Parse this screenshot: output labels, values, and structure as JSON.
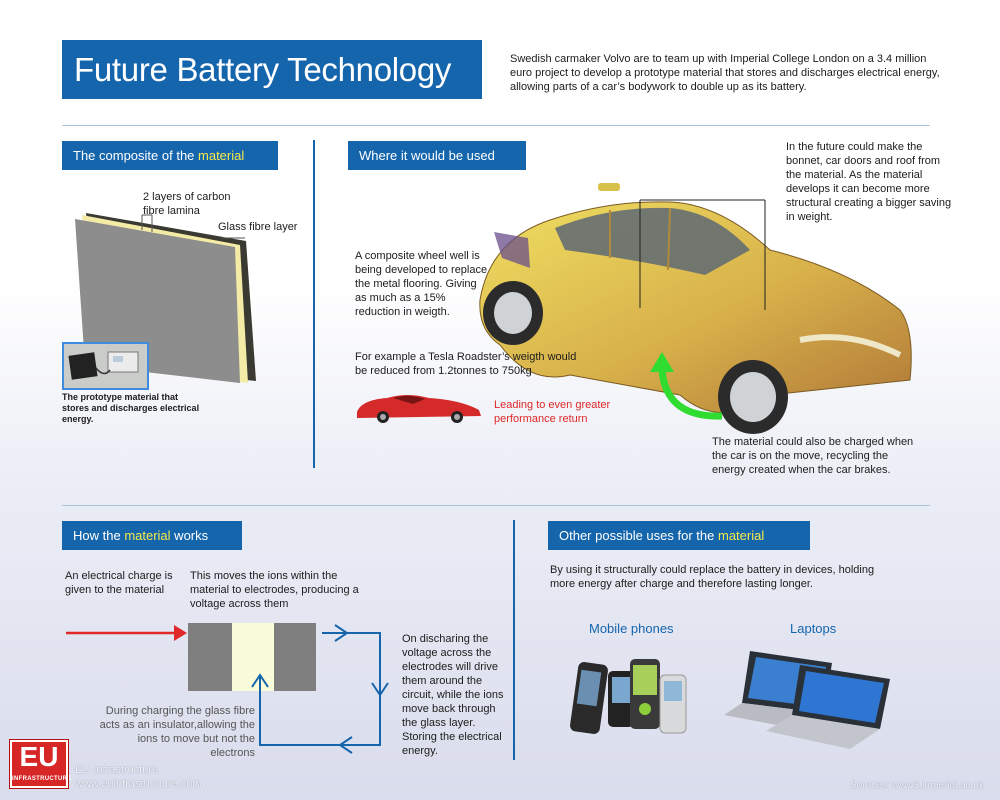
{
  "header": {
    "title": "Future Battery Technology",
    "intro": "Swedish carmaker Volvo are to team up with Imperial College London on a 3.4 million euro project to develop a prototype material that stores and discharges electrical energy, allowing parts of a car’s bodywork to double up as its battery."
  },
  "composite": {
    "title_pre": "The composite of the ",
    "title_hl": "material",
    "label_carbon": "2 layers of carbon fibre lamina",
    "label_glass": "Glass fibre layer",
    "prototype_caption": "The prototype material that stores and discharges electrical energy."
  },
  "where_used": {
    "title": "Where it would be used",
    "bonnet_note": "In the future could make the bonnet, car doors and roof from the material.  As the material develops it can become more structural creating a bigger saving in weight.",
    "wheel_note": "A composite wheel well is being developed to replace the metal flooring. Giving as much as a 15% reduction in weigth.",
    "tesla_note": "For example a Tesla Roadster’s weigth would be reduced from 1.2tonnes to 750kg",
    "performance_note": "Leading to even greater performance return",
    "charge_note": "The material could also be charged when the car is on the move, recycling the energy created when the car brakes."
  },
  "how_works": {
    "title_pre": "How the ",
    "title_hl": "material",
    "title_post": " works",
    "step1": "An electrical charge is given to the material",
    "step2": "This moves the ions within the material to electrodes, producing a voltage across them",
    "discharge": "On discharing the voltage across the electrodes will drive them around the circuit, while the ions move back through the glass layer.  Storing the electrical energy.",
    "insulator": "During charging the glass fibre acts as an insulator,allowing the ions to move but not the electrons"
  },
  "other_uses": {
    "title_pre": "Other possible uses for the ",
    "title_hl": "material",
    "body": "By using it structurally could replace the battery in devices, holding more energy after charge and therefore lasting longer.",
    "mobile_label": "Mobile phones",
    "laptop_label": "Laptops"
  },
  "footer": {
    "logo_big": "EU",
    "logo_small": "INFRASTRUCTURE",
    "org_name": "EU Infrastructure",
    "org_url": "www.euinfrastructure.com",
    "sources": "Sources: www3.imperial.ac.uk"
  },
  "colors": {
    "brand_blue": "#1565ad",
    "highlight_yellow": "#f6ea4a",
    "arrow_red": "#e02828",
    "arrow_green": "#2fdc2f",
    "car_gold": "#d9a43a"
  }
}
